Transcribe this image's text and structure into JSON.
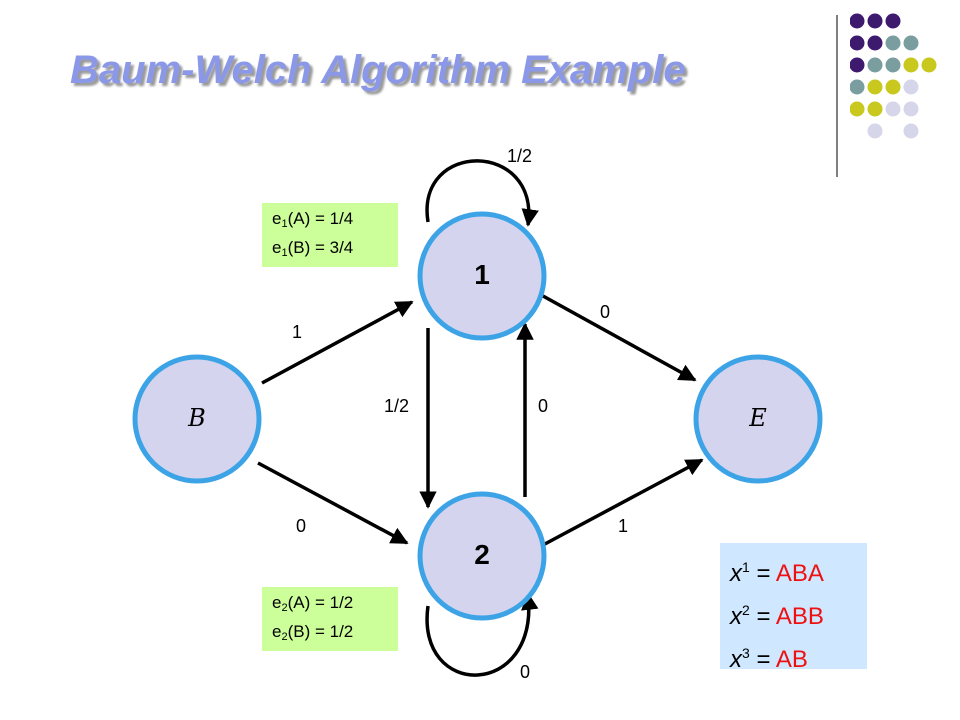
{
  "title": "Baum-Welch Algorithm Example",
  "colors": {
    "title": "#8b98e8",
    "node_fill": "#d4d4ee",
    "node_stroke": "#3ba3e6",
    "emission_box": "#ccff99",
    "sequence_box": "#cfe8ff",
    "sequence_value": "#ee1111",
    "deco_dots": [
      "#3d1a6e",
      "#7a9e9f",
      "#c8c81e",
      "#d6d6ea"
    ]
  },
  "nodes": {
    "begin": "B",
    "end": "E",
    "state1": "1",
    "state2": "2"
  },
  "edges": {
    "begin_to_1": "1",
    "begin_to_2": "0",
    "self_1": "1/2",
    "one_to_2": "1/2",
    "two_to_1": "0",
    "one_to_end": "0",
    "two_to_end": "1",
    "self_2": "0"
  },
  "emissions": {
    "state1": {
      "a_left": "e",
      "a_sub": "1",
      "a_right": "(A) = 1/4",
      "b_left": "e",
      "b_sub": "1",
      "b_right": "(B) = 3/4"
    },
    "state2": {
      "a_left": "e",
      "a_sub": "2",
      "a_right": "(A) = 1/2",
      "b_left": "e",
      "b_sub": "2",
      "b_right": "(B) = 1/2"
    }
  },
  "sequences": [
    {
      "var": "x",
      "sup": "1",
      "eq": " = ",
      "value": "ABA"
    },
    {
      "var": "x",
      "sup": "2",
      "eq": " = ",
      "value": "ABB"
    },
    {
      "var": "x",
      "sup": "3",
      "eq": " = ",
      "value": "AB"
    }
  ]
}
